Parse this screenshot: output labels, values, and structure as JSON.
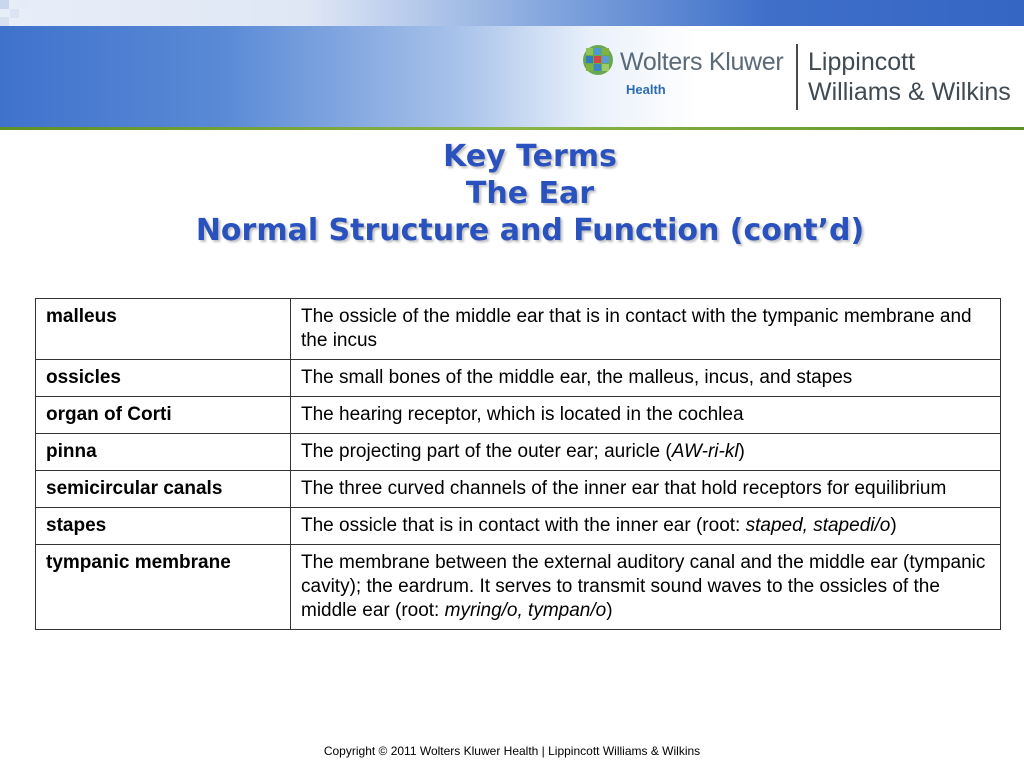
{
  "header": {
    "brand_name": "Wolters Kluwer",
    "brand_sub": "Health",
    "partner_line1": "Lippincott",
    "partner_line2": "Williams & Wilkins",
    "logo_icon": "wk-globe-icon",
    "colors": {
      "title": "#2a52be",
      "band_blue": "#3f72cc",
      "accent_green": "#8bb54a"
    }
  },
  "title": {
    "line1": "Key Terms",
    "line2": "The Ear",
    "line3": "Normal Structure and Function (cont’d)"
  },
  "terms": [
    {
      "term": "malleus",
      "definition": [
        {
          "text": "The ossicle of the middle ear that is in contact with the tympanic membrane and the incus"
        }
      ]
    },
    {
      "term": "ossicles",
      "definition": [
        {
          "text": "The small bones of the middle ear, the malleus, incus, and stapes"
        }
      ]
    },
    {
      "term": "organ of Corti",
      "definition": [
        {
          "text": "The hearing receptor, which is located in the cochlea"
        }
      ]
    },
    {
      "term": "pinna",
      "definition": [
        {
          "text": "The projecting part of the outer ear; auricle ("
        },
        {
          "text": "AW-ri-kl",
          "italic": true
        },
        {
          "text": ")"
        }
      ]
    },
    {
      "term": "semicircular canals",
      "definition": [
        {
          "text": "The three curved channels of the inner ear that hold receptors for equilibrium"
        }
      ]
    },
    {
      "term": "stapes",
      "definition": [
        {
          "text": "The ossicle that is in contact with the inner ear (root: "
        },
        {
          "text": "staped, stapedi/o",
          "italic": true
        },
        {
          "text": ")"
        }
      ]
    },
    {
      "term": "tympanic membrane",
      "definition": [
        {
          "text": "The membrane between the external auditory canal and the middle ear (tympanic cavity); the eardrum. It serves to transmit sound waves to the ossicles of the middle ear (root: "
        },
        {
          "text": "myring/o, tympan/o",
          "italic": true
        },
        {
          "text": ")"
        }
      ]
    }
  ],
  "footer": {
    "copyright": "Copyright © 2011 Wolters Kluwer Health | Lippincott Williams & Wilkins"
  }
}
